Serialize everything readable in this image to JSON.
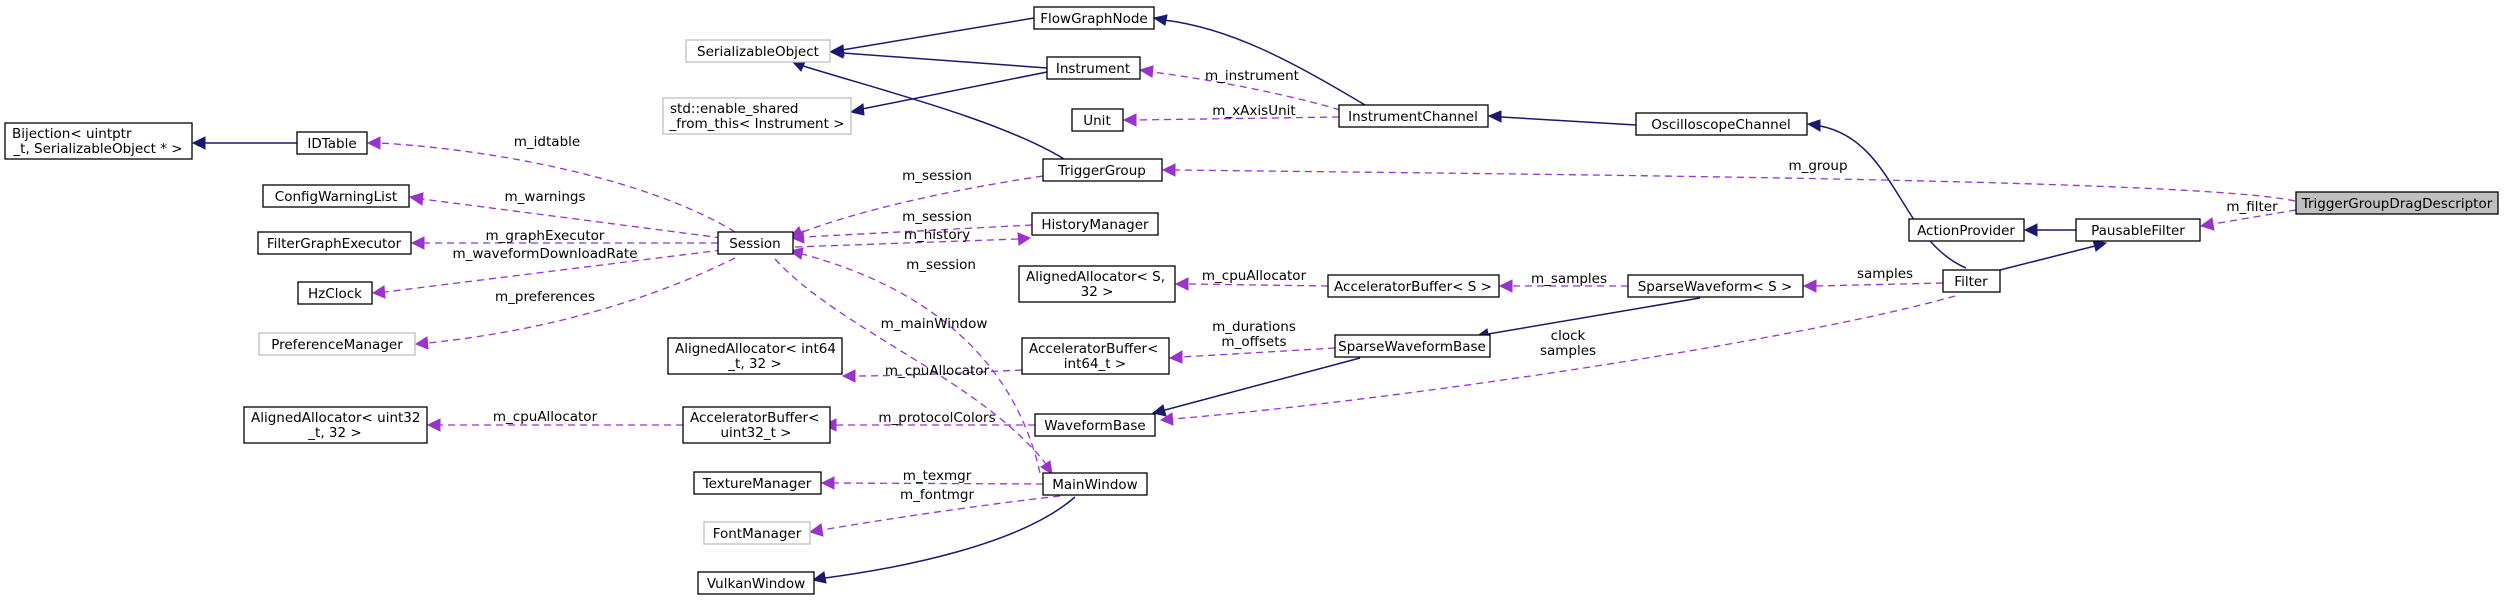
{
  "nodes": {
    "focus": "TriggerGroupDragDescriptor",
    "trigger_group": "TriggerGroup",
    "pausable_filter": "PausableFilter",
    "action_provider": "ActionProvider",
    "filter": "Filter",
    "oscilloscope_channel": "OscilloscopeChannel",
    "instrument_channel": "InstrumentChannel",
    "flow_graph_node": "FlowGraphNode",
    "instrument": "Instrument",
    "unit": "Unit",
    "serializable_object": "SerializableObject",
    "enable_shared": [
      "std::enable_shared",
      "_from_this< Instrument >"
    ],
    "session": "Session",
    "history_manager": "HistoryManager",
    "id_table": "IDTable",
    "bijection": [
      "Bijection< uintptr",
      "_t, SerializableObject * >"
    ],
    "config_warning_list": "ConfigWarningList",
    "filter_graph_executor": "FilterGraphExecutor",
    "hz_clock": "HzClock",
    "preference_manager": "PreferenceManager",
    "sparse_waveform": "SparseWaveform< S >",
    "accelerator_buffer_s": "AcceleratorBuffer< S >",
    "aligned_allocator_s": [
      "AlignedAllocator< S,",
      "32 >"
    ],
    "sparse_waveform_base": "SparseWaveformBase",
    "accelerator_buffer_int64": [
      "AcceleratorBuffer<",
      "int64_t >"
    ],
    "aligned_allocator_int64": [
      "AlignedAllocator< int64",
      "_t, 32 >"
    ],
    "waveform_base": "WaveformBase",
    "accelerator_buffer_uint32": [
      "AcceleratorBuffer<",
      "uint32_t >"
    ],
    "aligned_allocator_uint32": [
      "AlignedAllocator< uint32",
      "_t, 32 >"
    ],
    "main_window": "MainWindow",
    "texture_manager": "TextureManager",
    "font_manager": "FontManager",
    "vulkan_window": "VulkanWindow"
  },
  "edges": {
    "m_group": "m_group",
    "m_filter": "m_filter",
    "samples": "samples",
    "clock_samples": [
      "clock",
      "samples"
    ],
    "m_instrument": "m_instrument",
    "m_xAxisUnit": "m_xAxisUnit",
    "m_session_trigger": "m_session",
    "m_session_history": "m_session",
    "m_session_main": "m_session",
    "m_history": "m_history",
    "m_idtable": "m_idtable",
    "m_warnings": "m_warnings",
    "m_graphExecutor": "m_graphExecutor",
    "m_waveformDownloadRate": "m_waveformDownloadRate",
    "m_preferences": "m_preferences",
    "m_mainWindow": "m_mainWindow",
    "m_samples": "m_samples",
    "m_cpuAllocator_s": "m_cpuAllocator",
    "m_durations_offsets": [
      "m_durations",
      "m_offsets"
    ],
    "m_cpuAllocator_int64": "m_cpuAllocator",
    "m_protocolColors": "m_protocolColors",
    "m_cpuAllocator_uint32": "m_cpuAllocator",
    "m_texmgr": "m_texmgr",
    "m_fontmgr": "m_fontmgr"
  },
  "colors": {
    "inheritance": "#191970",
    "usage": "#9a32cd",
    "focus_fill": "#bfbfbf",
    "external_border": "#bfbfbf"
  }
}
